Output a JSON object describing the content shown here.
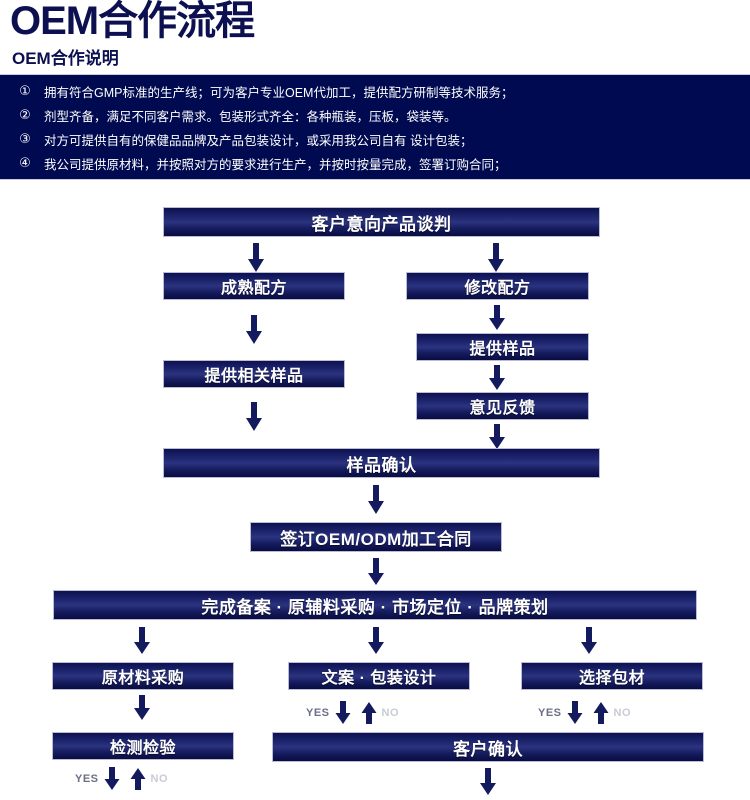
{
  "header": {
    "title": "OEM合作流程",
    "subtitle": "OEM合作说明"
  },
  "info_band": {
    "background_color": "#000A50",
    "items": [
      {
        "num": "①",
        "text": "拥有符合GMP标准的生产线；可为客户专业OEM代加工，提供配方研制等技术服务；"
      },
      {
        "num": "②",
        "text": "剂型齐备，满足不同客户需求。包装形式齐全：各种瓶装，压板，袋装等。"
      },
      {
        "num": "③",
        "text": "对方可提供自有的保健品品牌及产品包装设计，或采用我公司自有 设计包装；"
      },
      {
        "num": "④",
        "text": "我公司提供原材料，并按照对方的要求进行生产，并按时按量完成，签署订购合同；"
      }
    ]
  },
  "flowchart": {
    "accent_color": "#1C2470",
    "border_color": "#B9BCD2",
    "nodes": {
      "n1": "客户意向产品谈判",
      "n2": "成熟配方",
      "n3": "修改配方",
      "n4": "提供样品",
      "n5": "提供相关样品",
      "n6": "意见反馈",
      "n7": "样品确认",
      "n8": "签订OEM/ODM加工合同",
      "n9": "完成备案 · 原辅料采购 · 市场定位 · 品牌策划",
      "n10": "原材料采购",
      "n11": "文案 · 包装设计",
      "n12": "选择包材",
      "n13": "检测检验",
      "n14": "客户确认"
    },
    "branch_labels": {
      "yes": "YES",
      "no": "NO"
    }
  }
}
